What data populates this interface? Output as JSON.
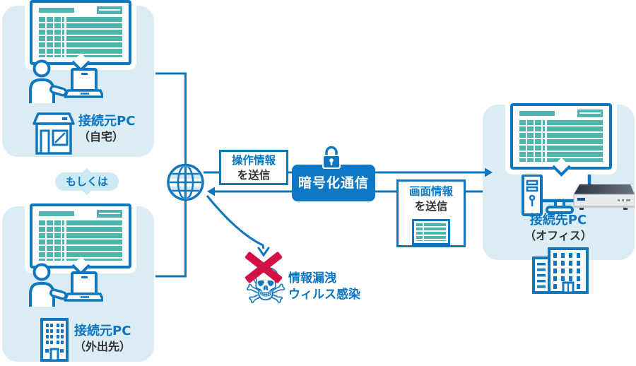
{
  "colors": {
    "primary_blue": "#0e77bf",
    "text_blue": "#0a76c1",
    "teal": "#4eb4ae",
    "panel_bg": "#dcecf5",
    "badge_bg": "#cde9f2",
    "alert_red": "#d31145",
    "dark_text": "#333333",
    "encrypt_box_bg": "#0d79c4"
  },
  "nodes": {
    "source_home": {
      "title": "接続元PC",
      "subtitle": "（自宅）"
    },
    "source_out": {
      "title": "接続元PC",
      "subtitle": "（外出先）"
    },
    "destination": {
      "title": "接続先PC",
      "subtitle": "（オフィス）"
    }
  },
  "or_badge": {
    "label": "もしくは"
  },
  "flow": {
    "send_operation": {
      "line1": "操作情報",
      "line2": "を送信"
    },
    "encrypted_label": "暗号化通信",
    "send_screen": {
      "line1": "画面情報",
      "line2": "を送信"
    }
  },
  "threat": {
    "line1": "情報漏洩",
    "line2": "ウィルス感染"
  },
  "icons": {
    "skull_glyph": "☠",
    "globe": "globe-internet-icon",
    "lock": "padlock-icon",
    "person_laptop": "person-with-laptop-icon",
    "spreadsheet_screen": "spreadsheet-screen-icon",
    "house": "house-storefront-icon",
    "office_building_small": "office-building-icon",
    "office_building_large": "office-building-icon",
    "desktop_pc": "desktop-pc-icon",
    "appliance": "vpn-router-appliance-icon"
  }
}
